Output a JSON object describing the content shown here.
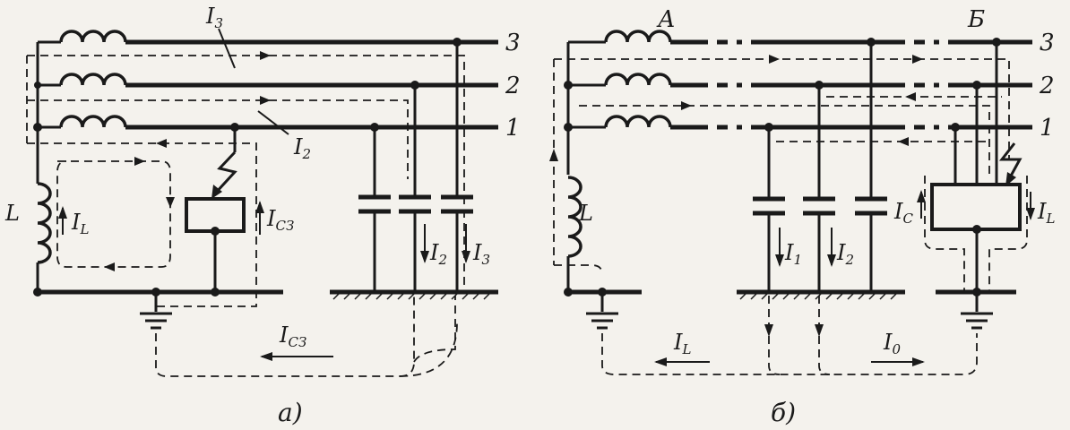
{
  "diagram_a": {
    "caption": "а)",
    "phase_labels": [
      "3",
      "2",
      "1"
    ],
    "current_labels": {
      "I3_top": {
        "main": "I",
        "sub": "3"
      },
      "I2_mid": {
        "main": "I",
        "sub": "2"
      },
      "IL": {
        "main": "I",
        "sub": "L"
      },
      "Icz_right": {
        "main": "I",
        "sub": "CЗ"
      },
      "I2_cap": {
        "main": "I",
        "sub": "2"
      },
      "I3_cap": {
        "main": "I",
        "sub": "3"
      },
      "Icz_bottom": {
        "main": "I",
        "sub": "CЗ"
      }
    },
    "inductor_label": "L"
  },
  "diagram_b": {
    "caption": "б)",
    "phase_labels": [
      "3",
      "2",
      "1"
    ],
    "node_labels": {
      "left": "А",
      "right": "Б"
    },
    "current_labels": {
      "I1_cap": {
        "main": "I",
        "sub": "1"
      },
      "I2_cap": {
        "main": "I",
        "sub": "2"
      },
      "IC": {
        "main": "I",
        "sub": "C"
      },
      "IL_right": {
        "main": "I",
        "sub": "L"
      },
      "IL_bottom": {
        "main": "I",
        "sub": "L"
      },
      "I0_bottom": {
        "main": "I",
        "sub": "0"
      }
    },
    "inductor_label": "L"
  }
}
